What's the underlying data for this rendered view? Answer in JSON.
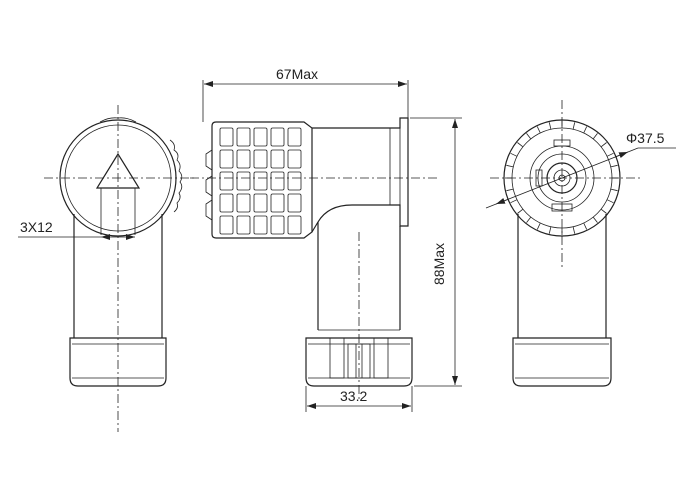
{
  "dimensions": {
    "width": "67Max",
    "height": "88Max",
    "diameter": "Φ37.5",
    "base_width": "33.2",
    "pin": "3X12"
  },
  "icons": {
    "front_view_marker": "triangle-arrow-icon"
  },
  "colors": {
    "line": "#222222",
    "background": "#ffffff"
  }
}
